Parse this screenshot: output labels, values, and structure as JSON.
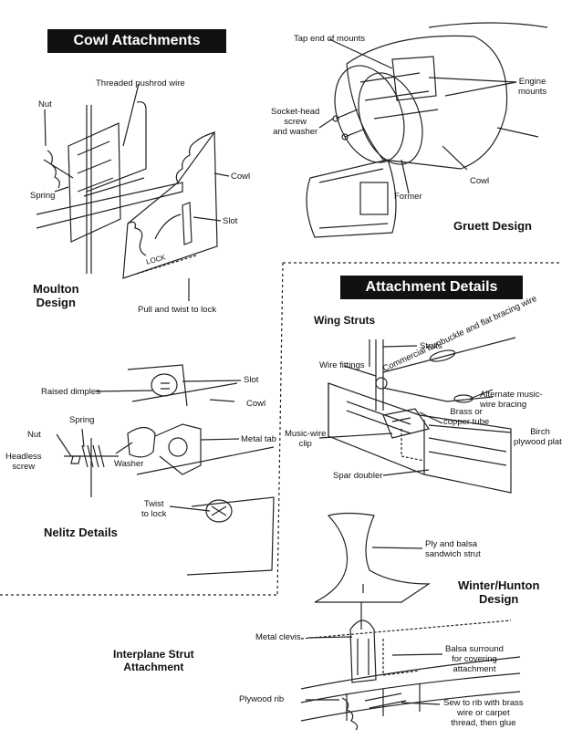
{
  "titles": {
    "cowl_attachments": "Cowl Attachments",
    "attachment_details": "Attachment Details"
  },
  "moulton": {
    "design_label": "Moulton\nDesign",
    "labels": {
      "threaded_pushrod": "Threaded pushrod wire",
      "nut": "Nut",
      "spring": "Spring",
      "cowl": "Cowl",
      "slot": "Slot",
      "pull_twist": "Pull and twist to lock",
      "lock_stamp": "LOCK"
    }
  },
  "gruett": {
    "design_label": "Gruett Design",
    "labels": {
      "tap_end": "Tap end of mounts",
      "engine_mounts": "Engine\nmounts",
      "socket_head": "Socket-head\nscrew\nand washer",
      "cowl": "Cowl",
      "former": "Former"
    }
  },
  "nelitz": {
    "design_label": "Nelitz Details",
    "labels": {
      "slot": "Slot",
      "raised_dimples": "Raised dimples",
      "cowl": "Cowl",
      "spring": "Spring",
      "nut": "Nut",
      "headless_screw": "Headless\nscrew",
      "metal_tab": "Metal tab",
      "washer": "Washer",
      "twist_to_lock": "Twist\nto lock"
    }
  },
  "wing_struts": {
    "heading": "Wing Struts",
    "labels": {
      "struts": "Struts",
      "wire_fittings": "Wire fittings",
      "turnbuckle": "Commercial turnbuckle and flat bracing wire",
      "alternate": "Alternate music-\nwire bracing",
      "brass_tube": "Brass or\ncopper tube",
      "birch_plate": "Birch\nplywood plate",
      "music_wire_clip": "Music-wire\nclip",
      "spar_doubler": "Spar doubler"
    }
  },
  "winter_hunton": {
    "design_label": "Winter/Hunton\nDesign",
    "heading": "Interplane Strut\nAttachment",
    "labels": {
      "ply_balsa": "Ply and balsa\nsandwich strut",
      "metal_clevis": "Metal clevis",
      "balsa_surround": "Balsa surround\nfor covering\nattachment",
      "plywood_rib": "Plywood rib",
      "sew_rib": "Sew to rib with brass\nwire or carpet\nthread, then glue"
    }
  }
}
